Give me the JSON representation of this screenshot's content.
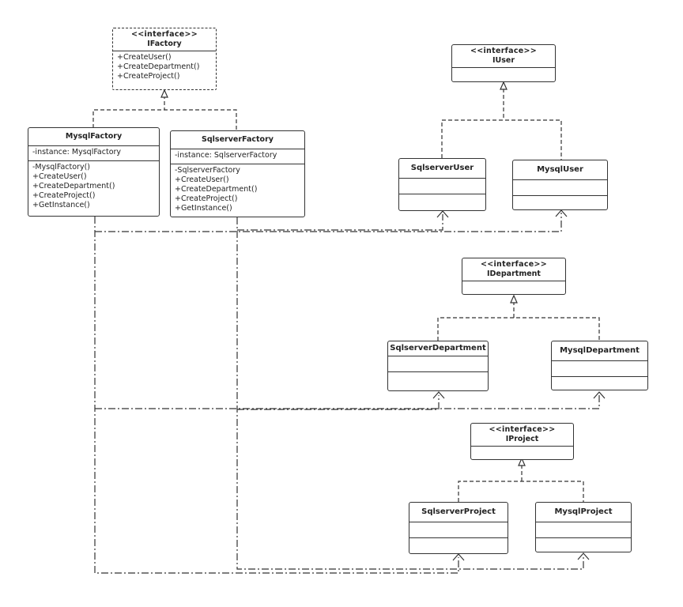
{
  "classes": {
    "ifactory": {
      "stereotype": "<<interface>>",
      "name": "IFactory",
      "methods": [
        "+CreateUser()",
        "+CreateDepartment()",
        "+CreateProject()"
      ]
    },
    "mysql_factory": {
      "name": "MysqlFactory",
      "attributes": [
        "-instance: MysqlFactory"
      ],
      "methods": [
        "-MysqlFactory()",
        "+CreateUser()",
        "+CreateDepartment()",
        "+CreateProject()",
        "+GetInstance()"
      ]
    },
    "sqlserver_factory": {
      "name": "SqlserverFactory",
      "attributes": [
        "-instance: SqlserverFactory"
      ],
      "methods": [
        "-SqlserverFactory",
        "+CreateUser()",
        "+CreateDepartment()",
        "+CreateProject()",
        "+GetInstance()"
      ]
    },
    "iuser": {
      "stereotype": "<<interface>>",
      "name": "IUser"
    },
    "sqlserver_user": {
      "name": "SqlserverUser"
    },
    "mysql_user": {
      "name": "MysqlUser"
    },
    "idepartment": {
      "stereotype": "<<interface>>",
      "name": "IDepartment"
    },
    "sqlserver_department": {
      "name": "SqlserverDepartment"
    },
    "mysql_department": {
      "name": "MysqlDepartment"
    },
    "iproject": {
      "stereotype": "<<interface>>",
      "name": "IProject"
    },
    "sqlserver_project": {
      "name": "SqlserverProject"
    },
    "mysql_project": {
      "name": "MysqlProject"
    }
  },
  "colors": {
    "line": "#333333",
    "background": "#ffffff"
  }
}
